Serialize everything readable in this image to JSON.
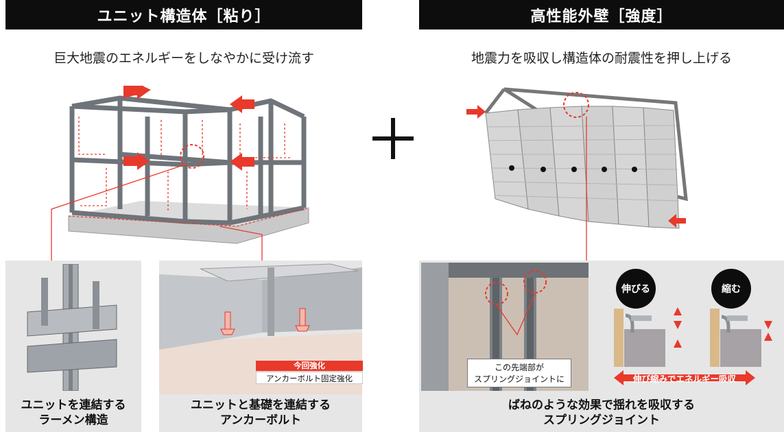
{
  "left": {
    "header": "ユニット構造体［粘り］",
    "subtitle": "巨大地震のエネルギーをしなやかに受け流す",
    "caption1_line1": "ユニットを連結する",
    "caption1_line2": "ラーメン構造",
    "caption2_line1": "ユニットと基礎を連結する",
    "caption2_line2": "アンカーボルト",
    "tag_red": "今回強化",
    "tag_white": "アンカーボルト固定強化"
  },
  "right": {
    "header": "高性能外壁［強度］",
    "subtitle": "地震力を吸収し構造体の耐震性を押し上げる",
    "note_line1": "この先端部が",
    "note_line2": "スプリングジョイントに",
    "stretch_label": "伸びる",
    "shrink_label": "縮む",
    "arrow_label": "伸び縮みでエネルギー吸収",
    "caption_line1": "ばねのような効果で揺れを吸収する",
    "caption_line2": "スプリングジョイント"
  },
  "colors": {
    "accent": "#e8392b",
    "header_bg": "#0d0d0d",
    "panel_bg": "#e6e6e6"
  }
}
